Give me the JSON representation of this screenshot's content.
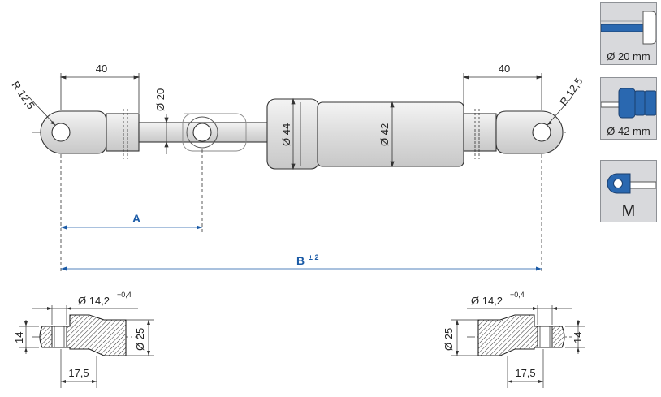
{
  "dimensions": {
    "left_eye_length": "40",
    "right_eye_length": "40",
    "rod_diameter": "Ø 20",
    "cyl_diameter_44": "Ø 44",
    "cyl_diameter_42": "Ø 42",
    "left_radius": "R 12,5",
    "right_radius": "R 12,5",
    "dim_a": "A",
    "dim_b": "B",
    "dim_b_tol": "± 2",
    "left_bore": "Ø 14,2",
    "left_bore_tol": "+0,4",
    "right_bore": "Ø 14,2",
    "right_bore_tol": "+0,4",
    "left_thickness": "14",
    "right_thickness": "14",
    "left_head_dia": "Ø 25",
    "right_head_dia": "Ø 25",
    "left_offset": "17,5",
    "right_offset": "17,5"
  },
  "thumbnails": [
    {
      "caption": "Ø 20 mm",
      "icon": "rod-end-icon"
    },
    {
      "caption": "Ø 42 mm",
      "icon": "cylinder-icon"
    },
    {
      "caption": "M",
      "icon": "eye-fitting-icon"
    }
  ],
  "colors": {
    "accent_blue": "#1a5aa6",
    "part_blue": "#2a68b0",
    "panel_grey": "#d8d9dc"
  }
}
